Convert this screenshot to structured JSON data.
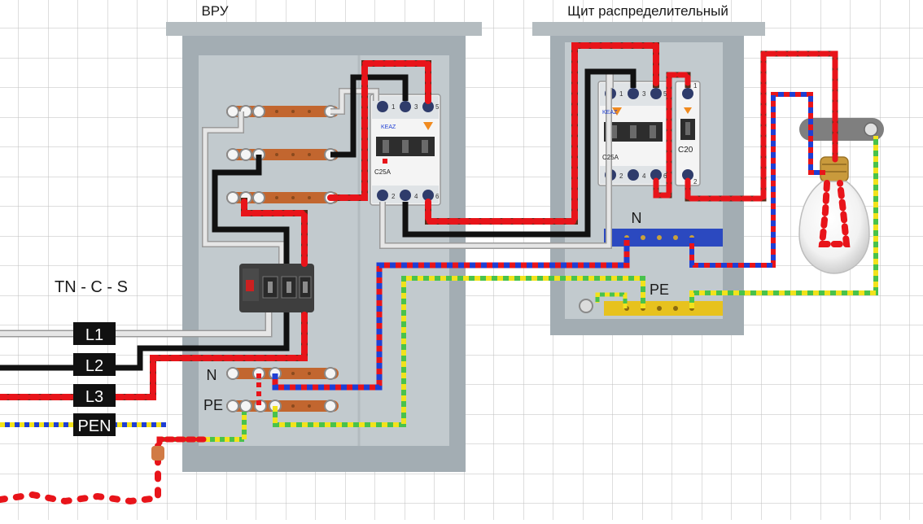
{
  "diagram": {
    "panel_main_title": "ВРУ",
    "panel_dist_title": "Щит распределительный",
    "system_label": "TN - C - S",
    "wire_tags": [
      "L1",
      "L2",
      "L3",
      "PEN"
    ],
    "main_n_label": "N",
    "main_pe_label": "PE",
    "dist_n_label": "N",
    "dist_pe_label": "PE",
    "breaker_brand": "KEAZ",
    "breaker_main_rating": "C25A",
    "breaker_dist_rating": "C25A",
    "breaker_single_rating": "C20",
    "terminal_top": [
      "1",
      "3",
      "5"
    ],
    "terminal_bottom": [
      "2",
      "4",
      "6"
    ],
    "single_terminals": [
      "1",
      "2"
    ]
  },
  "colors": {
    "phase": "#e8141a",
    "phase_stripe": "#5a2d1a",
    "neutral": "#1f3fd4",
    "pe_yellow": "#f2e21c",
    "pe_green": "#49c24b",
    "l1_wire": "#d8d8d8",
    "l2_wire": "#111111",
    "busbar": "#c2662f",
    "n_bar": "#2b49c0",
    "pe_bar": "#e7c21e",
    "cabinet": "#a3adb3",
    "cabinet_inner": "#c2cace",
    "grid": "#bdbdbd"
  },
  "icons": [
    "light-bulb-icon",
    "switch-disconnector-icon",
    "circuit-breaker-icon"
  ]
}
